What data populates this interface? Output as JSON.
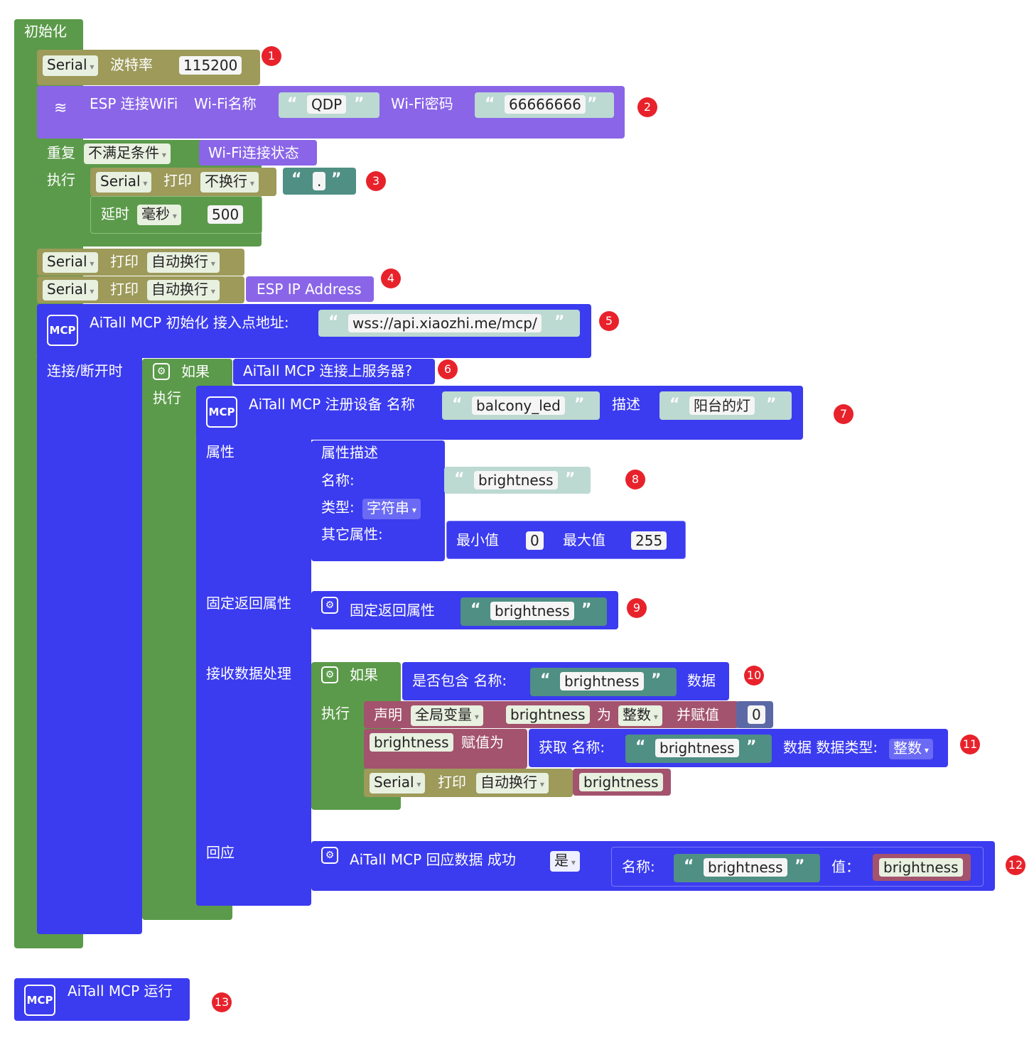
{
  "init": {
    "label": "初始化"
  },
  "serial_baud": {
    "serial": "Serial",
    "label": "波特率",
    "value": "115200"
  },
  "wifi": {
    "label": "ESP 连接WiFi",
    "name_label": "Wi-Fi名称",
    "name_value": "QDP",
    "pwd_label": "Wi-Fi密码",
    "pwd_value": "66666666"
  },
  "repeat": {
    "label": "重复",
    "cond": "不满足条件",
    "state": "Wi-Fi连接状态",
    "exec": "执行"
  },
  "print_dot": {
    "serial": "Serial",
    "label": "打印",
    "mode": "不换行",
    "value": "."
  },
  "delay": {
    "label": "延时",
    "unit": "毫秒",
    "value": "500"
  },
  "print_nl1": {
    "serial": "Serial",
    "label": "打印",
    "mode": "自动换行"
  },
  "print_nl2": {
    "serial": "Serial",
    "label": "打印",
    "mode": "自动换行",
    "value": "ESP IP Address"
  },
  "mcp_init": {
    "icon": "MCP",
    "label": "AiTall MCP 初始化 接入点地址:",
    "url": "wss://api.xiaozhi.me/mcp/",
    "conn_label": "连接/断开时"
  },
  "if_conn": {
    "label": "如果",
    "cond": "AiTall MCP 连接上服务器?",
    "exec": "执行"
  },
  "register": {
    "label": "AiTall MCP 注册设备 名称",
    "name": "balcony_led",
    "desc_label": "描述",
    "desc": "阳台的灯",
    "attr_label": "属性",
    "fixed_label": "固定返回属性",
    "recv_label": "接收数据处理",
    "reply_label": "回应"
  },
  "attr": {
    "title": "属性描述",
    "name_label": "名称:",
    "name": "brightness",
    "type_label": "类型:",
    "type": "字符串",
    "other_label": "其它属性:",
    "min_label": "最小值",
    "min": "0",
    "max_label": "最大值",
    "max": "255"
  },
  "fixed": {
    "label": "固定返回属性",
    "value": "brightness"
  },
  "if_recv": {
    "label": "如果",
    "cond": "是否包含 名称:",
    "name": "brightness",
    "suffix": "数据",
    "exec": "执行"
  },
  "declare": {
    "label": "声明",
    "scope": "全局变量",
    "var": "brightness",
    "as": "为",
    "type": "整数",
    "assign": "并赋值",
    "value": "0"
  },
  "assign": {
    "var": "brightness",
    "label": "赋值为",
    "get": "获取 名称:",
    "name": "brightness",
    "suffix": "数据 数据类型:",
    "type": "整数"
  },
  "print_b": {
    "serial": "Serial",
    "label": "打印",
    "mode": "自动换行",
    "var": "brightness"
  },
  "reply": {
    "label": "AiTall MCP 回应数据 成功",
    "ok": "是",
    "name_label": "名称:",
    "name": "brightness",
    "val_label": "值：",
    "val": "brightness"
  },
  "run": {
    "label": "AiTall MCP 运行"
  },
  "badges": [
    "1",
    "2",
    "3",
    "4",
    "5",
    "6",
    "7",
    "8",
    "9",
    "10",
    "11",
    "12",
    "13"
  ]
}
